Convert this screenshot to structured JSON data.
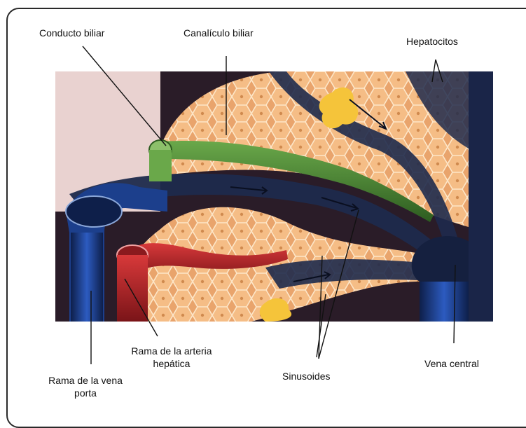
{
  "labels": {
    "conducto_biliar": "Conducto biliar",
    "canaliculo_biliar": "Canalículo biliar",
    "hepatocitos": "Hepatocitos",
    "rama_arteria_line1": "Rama de la arteria",
    "rama_arteria_line2": "hepática",
    "rama_vena_line1": "Rama de la vena",
    "rama_vena_line2": "porta",
    "sinusoides": "Sinusoides",
    "vena_central": "Vena central"
  },
  "colors": {
    "hepatocyte": "#f2b27a",
    "hepatocyte_edge": "#fde0c0",
    "sinusoid": "#1e2a4c",
    "portal_vein": "#1c3f8c",
    "artery": "#b3262a",
    "bile": "#3e7a2c",
    "kupffer": "#f5c43a",
    "background": "#2a1c28"
  }
}
